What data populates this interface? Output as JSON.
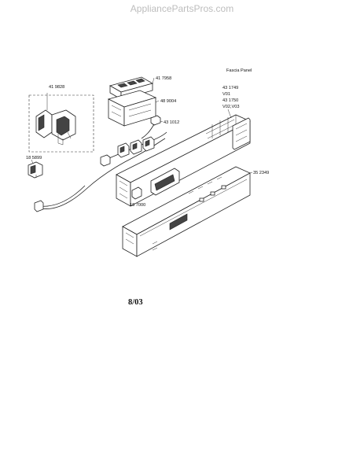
{
  "watermark": "AppliancePartsPros.com",
  "title": "Fascia Panel",
  "date": "8/03",
  "labels": {
    "p419828": "41 9828",
    "p417958": "41 7958",
    "p489004": "48 9004",
    "p431012": "43 1012",
    "p431749": "43 1749",
    "v01": "V01",
    "p431750": "43 1750",
    "v02v03": "V02,V03",
    "p352349": "35 2349",
    "p185899": "18 5899",
    "p187000": "18 7000"
  }
}
